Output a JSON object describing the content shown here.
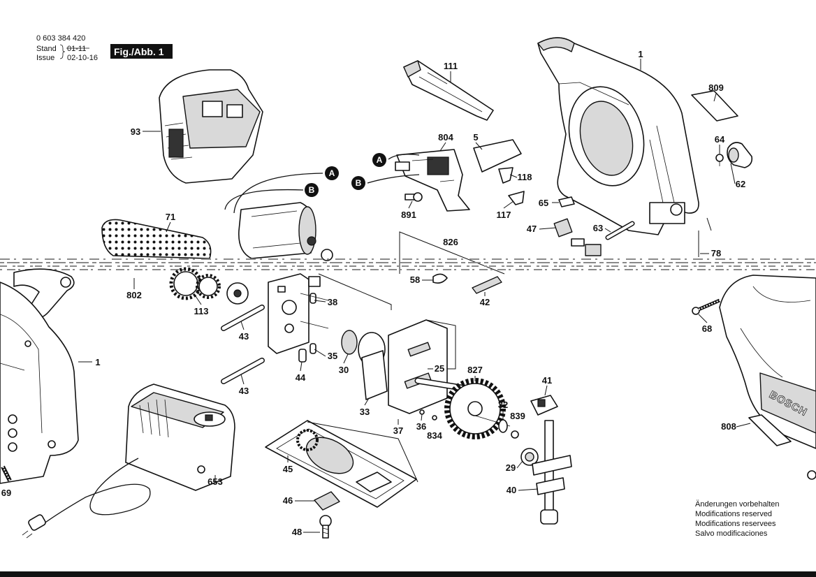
{
  "header": {
    "part_number": "0 603 384 420",
    "stand_label": "Stand",
    "stand_value": "01-11",
    "issue_label": "Issue",
    "issue_value": "02-10-16",
    "figure_label": "Fig./Abb. 1"
  },
  "connectors": [
    "A",
    "B",
    "A",
    "B"
  ],
  "callouts": [
    "1",
    "111",
    "809",
    "93",
    "804",
    "5",
    "64",
    "118",
    "62",
    "65",
    "891",
    "117",
    "71",
    "47",
    "63",
    "826",
    "78",
    "58",
    "42",
    "802",
    "113",
    "38",
    "68",
    "43",
    "35",
    "1",
    "30",
    "25",
    "827",
    "44",
    "43",
    "41",
    "33",
    "32",
    "839",
    "36",
    "834",
    "37",
    "808",
    "45",
    "29",
    "653",
    "46",
    "40",
    "69",
    "48"
  ],
  "brand": "BOSCH",
  "notice": [
    "Änderungen vorbehalten",
    "Modifications reserved",
    "Modifications reservees",
    "Salvo modificaciones"
  ]
}
